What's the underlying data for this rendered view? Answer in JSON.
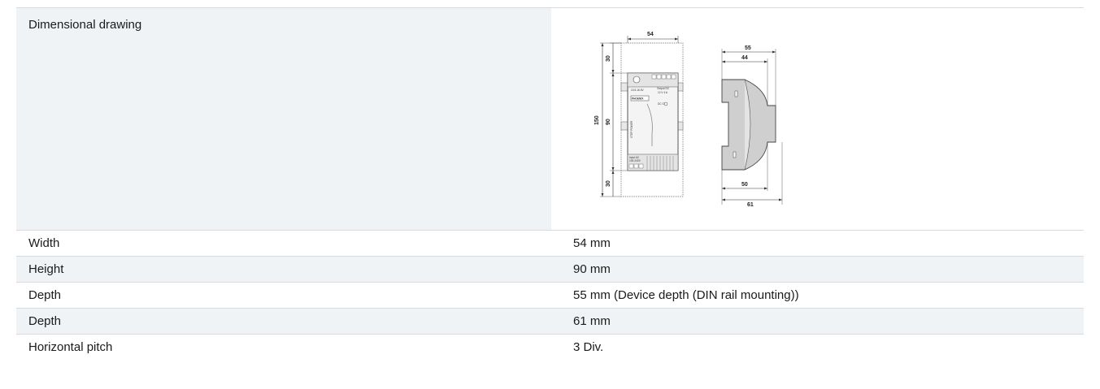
{
  "rows": [
    {
      "label": "Dimensional drawing",
      "value": ""
    },
    {
      "label": "Width",
      "value": "54 mm"
    },
    {
      "label": "Height",
      "value": "90 mm"
    },
    {
      "label": "Depth",
      "value": "55 mm (Device depth (DIN rail mounting))"
    },
    {
      "label": "Depth",
      "value": "61 mm"
    },
    {
      "label": "Horizontal pitch",
      "value": "3 Div."
    }
  ],
  "drawing_labels": {
    "front_width": "54",
    "front_top": "30",
    "front_mid": "90",
    "front_bottom": "30",
    "front_total": "150",
    "side_top_outer": "55",
    "side_top_inner": "44",
    "side_bottom_inner": "50",
    "side_bottom_outer": "61"
  }
}
